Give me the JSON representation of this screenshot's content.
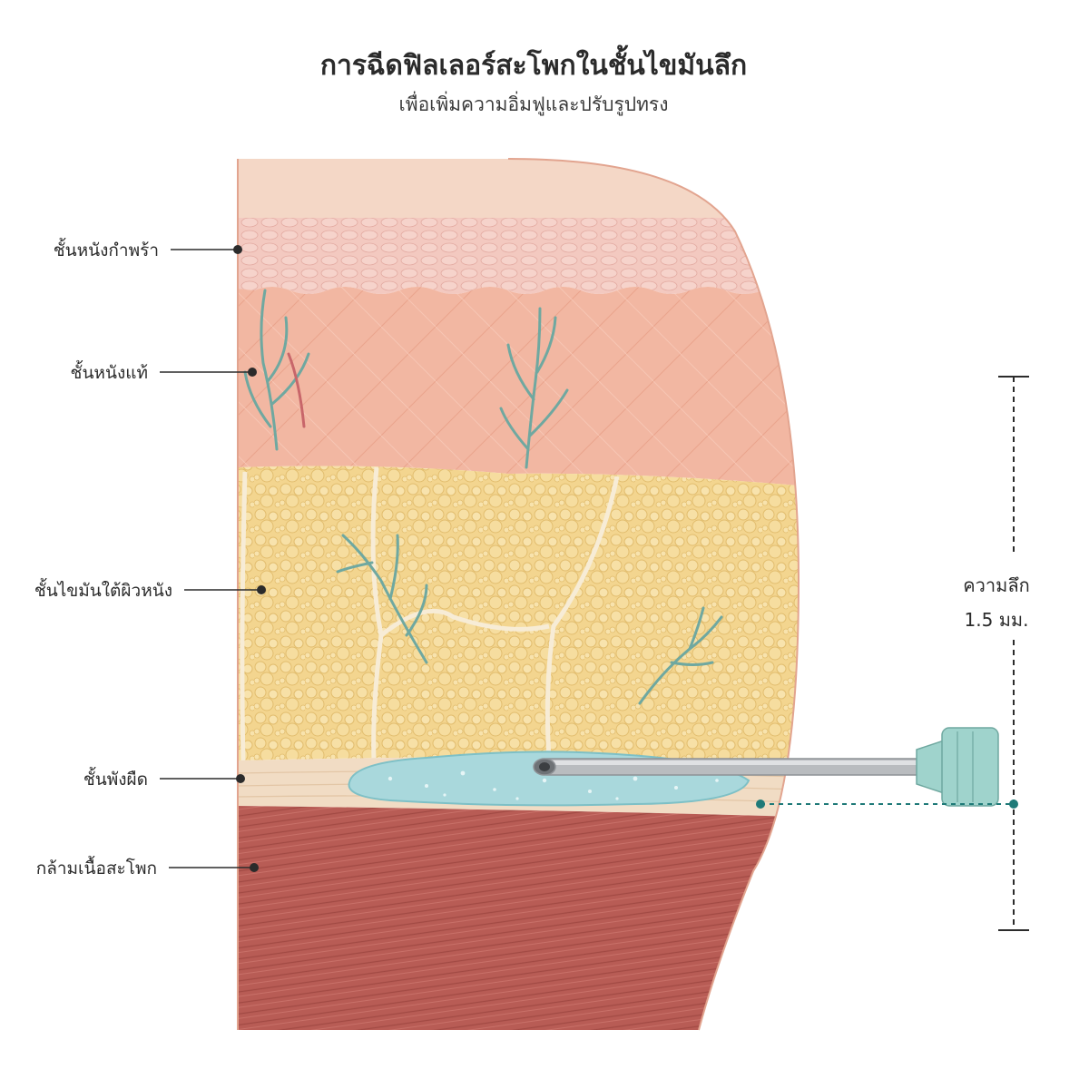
{
  "title": "การฉีดฟิลเลอร์สะโพกในชั้นไขมันลึก",
  "subtitle": "เพื่อเพิ่มความอิ่มฟูและปรับรูปทรง",
  "layers": [
    {
      "label": "ชั้นหนังกำพร้า"
    },
    {
      "label": "ชั้นหนังแท้"
    },
    {
      "label": "ชั้นไขมันใต้ผิวหนัง"
    },
    {
      "label": "ชั้นพังผืด"
    },
    {
      "label": "กล้ามเนื้อสะโพก"
    }
  ],
  "depth": {
    "line1": "ความลึก",
    "line2": "1.5 มม."
  },
  "colors": {
    "epidermis": "#f3c9c0",
    "skin_surface": "#f4d7c6",
    "dermis": "#f2b7a2",
    "fat": "#f3d58f",
    "fascia": "#f1dcc4",
    "muscle": "#b85c55",
    "filler": "#a9d8dc",
    "needle": "#b9bcbf",
    "hub": "#9fd3cc",
    "marker": "#1f7a78"
  }
}
